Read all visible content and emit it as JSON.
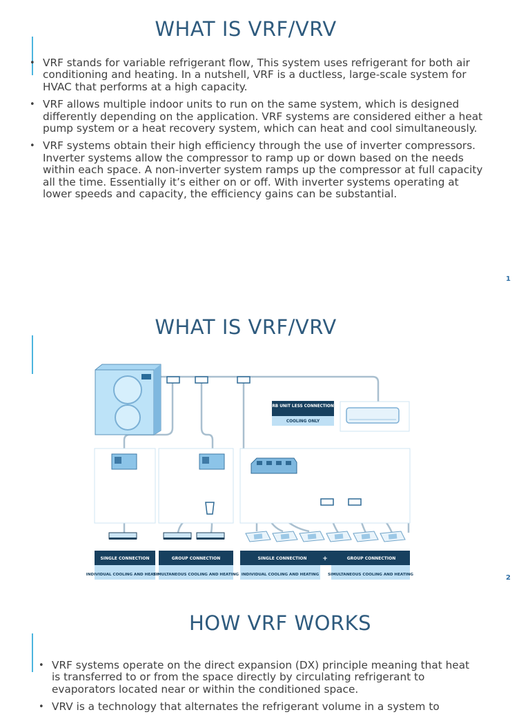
{
  "slides": [
    {
      "title": "WHAT IS VRF/VRV",
      "bullets": [
        "VRF stands for variable refrigerant flow, This system uses refrigerant for both air conditioning and heating. In a nutshell, VRF is a ductless, large-scale system for HVAC that performs at a high capacity.",
        "VRF allows multiple indoor units to run on the same system, which is designed differently depending on the application. VRF systems are considered either a heat pump system or a heat recovery system, which can heat and cool simultaneously.",
        "VRF systems obtain their high efficiency through the use of inverter compressors. Inverter systems allow the compressor to ramp up or down based on the needs within each space. A non-inverter system ramps up the compressor at full capacity all the time. Essentially it’s either on or off.  With inverter systems operating at lower speeds and capacity, the efficiency gains can be substantial."
      ],
      "page_number": "1"
    },
    {
      "title": "WHAT IS VRF/VRV",
      "diagram": {
        "rb_unit_label": "RB UNIT LESS CONNECTION",
        "cooling_only_label": "COOLING ONLY",
        "single_connection_label": "SINGLE CONNECTION",
        "individual_cooling_label": "INDIVIDUAL COOLING AND HEATING",
        "group_connection_label": "GROUP CONNECTION",
        "simultaneous_cooling_label": "SIMULTANEOUS COOLING AND HEATING",
        "plus_sign": "+",
        "colors": {
          "header_navy": "#17405f",
          "subheader_blue": "#bfe0f5",
          "pipe": "#a9bfcf",
          "unit_blue": "#7fbde3"
        }
      },
      "page_number": "2"
    },
    {
      "title": "HOW VRF WORKS",
      "bullets": [
        "VRF systems operate on the direct expansion (DX) principle meaning that heat is transferred to or from the space directly by circulating refrigerant to evaporators located near or within the conditioned space.",
        "VRV is a technology that alternates the refrigerant volume in a system to"
      ]
    }
  ]
}
